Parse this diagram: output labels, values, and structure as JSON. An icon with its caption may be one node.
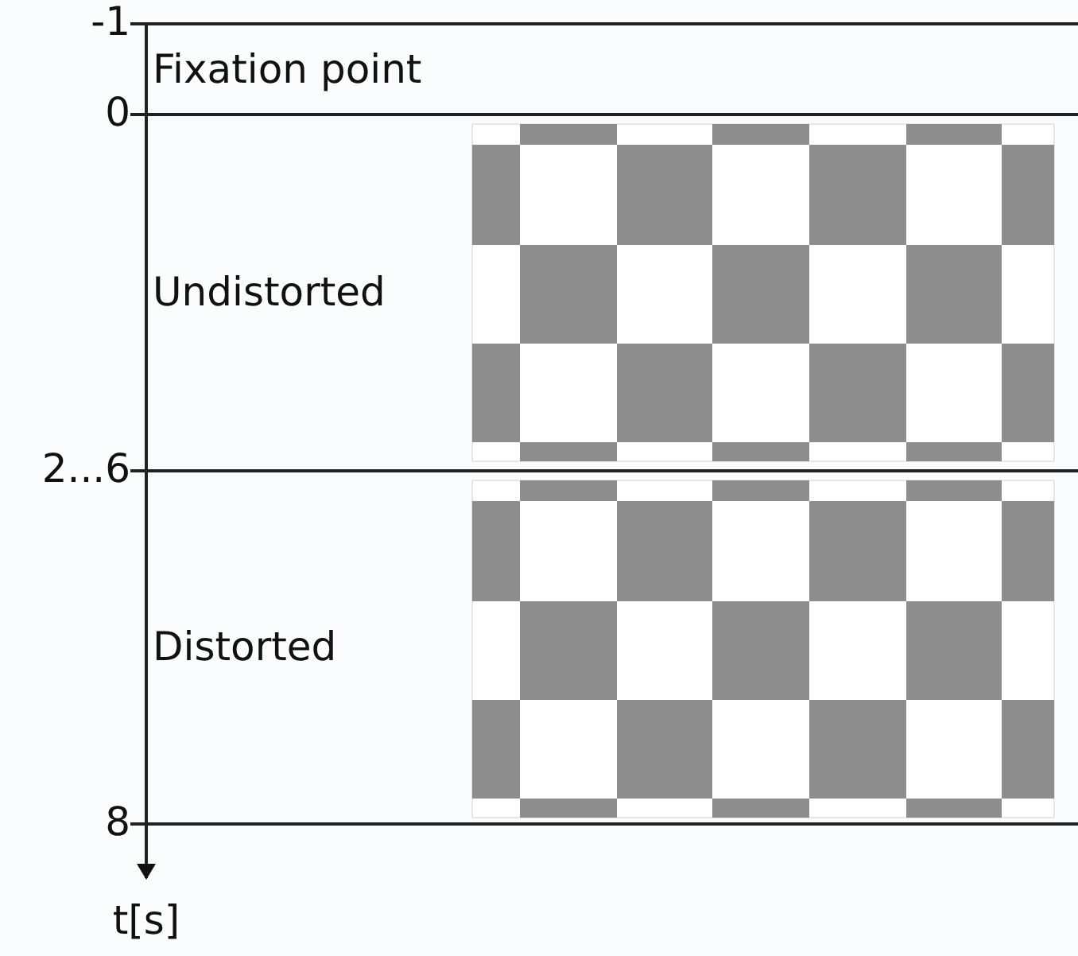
{
  "diagram": {
    "nodes": [
      {
        "text": [
          "Fixation point"
        ]
      },
      {
        "text": [
          "Undistorted"
        ]
      },
      {
        "text": [
          "Distorted"
        ]
      }
    ],
    "labels": [
      "-1",
      "0",
      "2...6",
      "8",
      "t[s]"
    ]
  }
}
